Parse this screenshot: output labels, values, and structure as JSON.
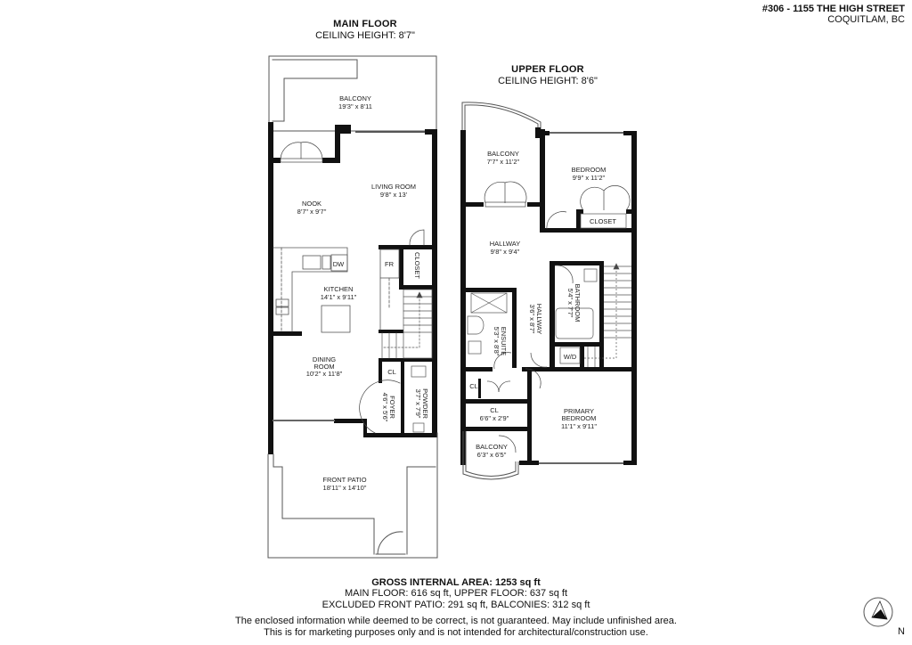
{
  "address": {
    "line1": "#306 - 1155 THE HIGH STREET",
    "line2": "COQUITLAM, BC"
  },
  "main_floor": {
    "title": "MAIN FLOOR",
    "ceiling": "CEILING HEIGHT: 8'7\"",
    "rooms": [
      {
        "name": "BALCONY",
        "dims": "19'3\" x 8'11"
      },
      {
        "name": "LIVING ROOM",
        "dims": "9'8\" x 13'"
      },
      {
        "name": "NOOK",
        "dims": "8'7\" x 9'7\""
      },
      {
        "name": "KITCHEN",
        "dims": "14'1\" x 9'11\""
      },
      {
        "name": "DINING ROOM",
        "dims": "10'2\" x 11'8\""
      },
      {
        "name": "FOYER",
        "dims": "4'6\" x 5'6\""
      },
      {
        "name": "POWDER",
        "dims": "3'7\" x 7'9\""
      },
      {
        "name": "FRONT PATIO",
        "dims": "18'11\" x 14'10\""
      }
    ],
    "fixtures": {
      "dw": "DW",
      "fr": "FR",
      "closet": "CLOSET",
      "cl": "CL"
    }
  },
  "upper_floor": {
    "title": "UPPER FLOOR",
    "ceiling": "CEILING HEIGHT: 8'6\"",
    "rooms": [
      {
        "name": "BALCONY",
        "dims": "7'7\" x 11'2\""
      },
      {
        "name": "BEDROOM",
        "dims": "9'9\" x 11'2\""
      },
      {
        "name": "HALLWAY",
        "dims": "9'8\" x 9'4\""
      },
      {
        "name": "BATHROOM",
        "dims": "5'4\" x 7'7\""
      },
      {
        "name": "HALLWAY",
        "dims": "3'6\" x 8'7\""
      },
      {
        "name": "ENSUITE",
        "dims": "5'3\" x 8'8\""
      },
      {
        "name": "CL",
        "dims": "6'6\" x 2'9\""
      },
      {
        "name": "PRIMARY BEDROOM",
        "dims": "11'1\" x 9'11\""
      },
      {
        "name": "BALCONY",
        "dims": "6'3\" x 6'5\""
      }
    ],
    "fixtures": {
      "closet": "CLOSET",
      "cl": "CL",
      "wd": "W/D"
    }
  },
  "summary": {
    "gross": "GROSS INTERNAL AREA: 1253 sq ft",
    "floors": "MAIN FLOOR: 616 sq ft, UPPER FLOOR: 637 sq ft",
    "excluded": "EXCLUDED FRONT PATIO: 291 sq ft, BALCONIES: 312 sq ft"
  },
  "disclaimer": {
    "line1": "The enclosed information while deemed to be correct, is not guaranteed. May include unfinished area.",
    "line2": "This is for marketing purposes only and is not intended for architectural/construction use."
  },
  "compass": {
    "label": "N"
  }
}
